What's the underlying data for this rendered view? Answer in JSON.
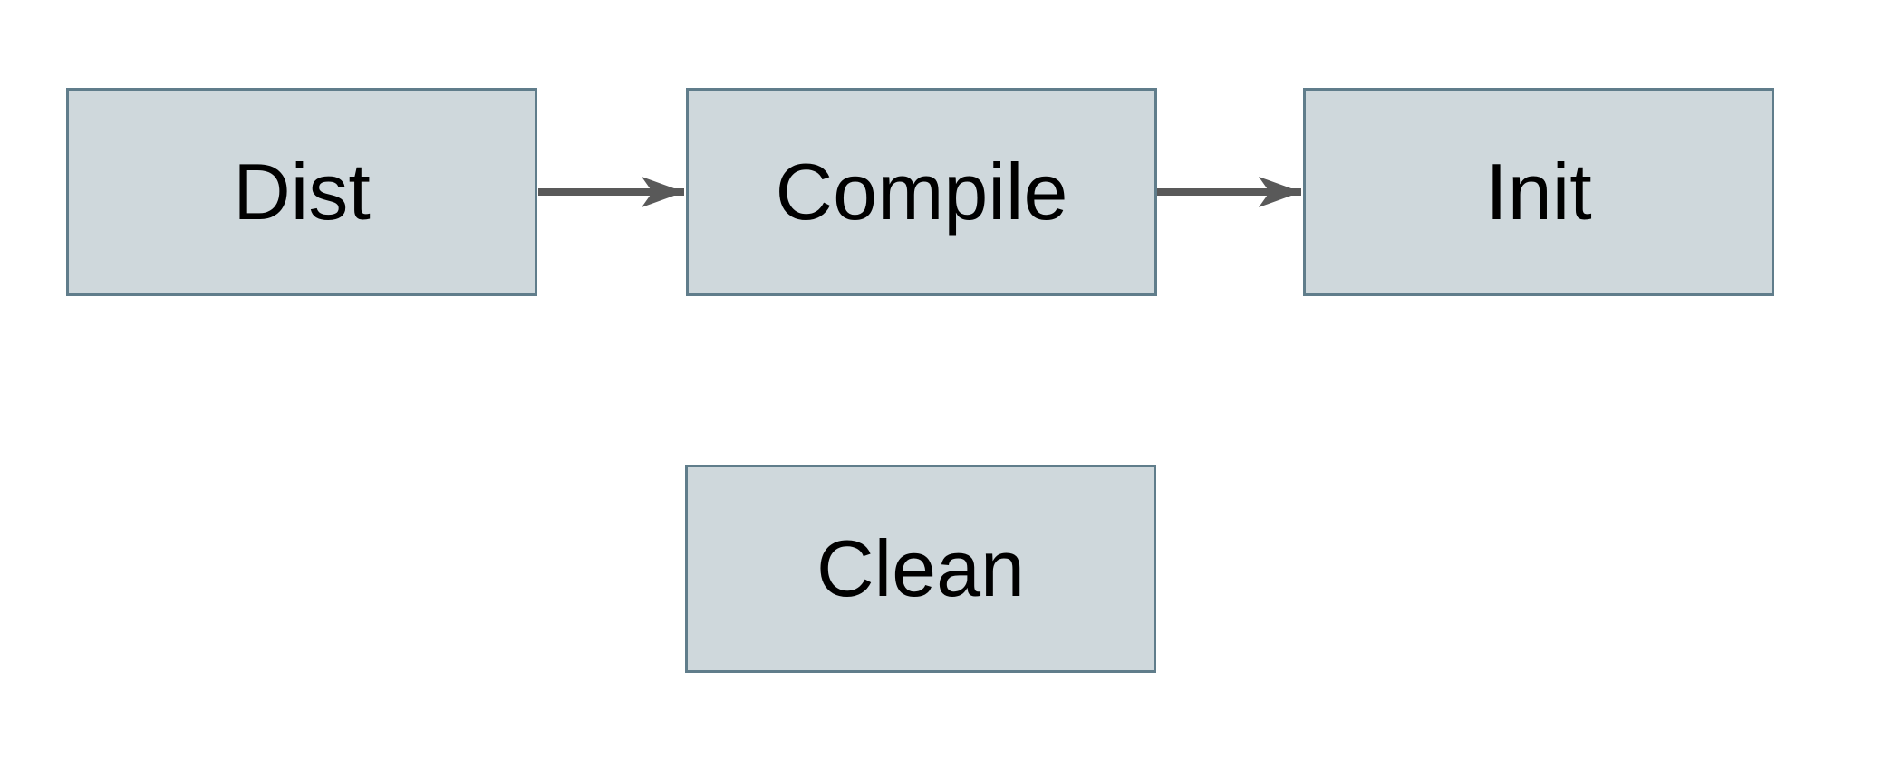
{
  "diagram": {
    "type": "flowchart",
    "background_color": "#ffffff",
    "node_fill_color": "#cfd8dc",
    "node_border_color": "#607d8b",
    "arrow_color": "#595959",
    "text_color": "#000000",
    "nodes": [
      {
        "id": "dist",
        "label": "Dist"
      },
      {
        "id": "compile",
        "label": "Compile"
      },
      {
        "id": "init",
        "label": "Init"
      },
      {
        "id": "clean",
        "label": "Clean"
      }
    ],
    "edges": [
      {
        "from": "Dist",
        "to": "Compile"
      },
      {
        "from": "Compile",
        "to": "Init"
      }
    ]
  }
}
